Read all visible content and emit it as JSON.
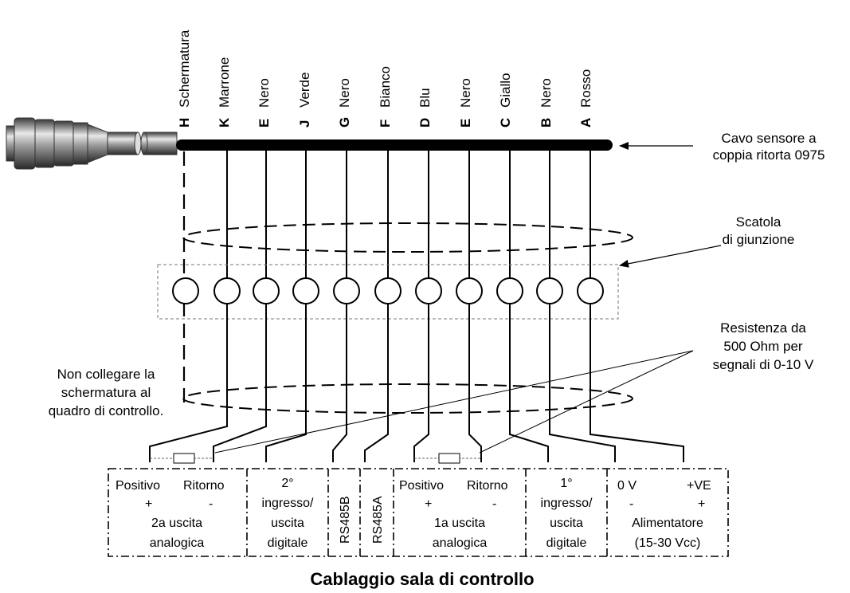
{
  "wires": [
    {
      "letter": "H",
      "color": "Schermatura"
    },
    {
      "letter": "K",
      "color": "Marrone"
    },
    {
      "letter": "E",
      "color": "Nero"
    },
    {
      "letter": "J",
      "color": "Verde"
    },
    {
      "letter": "G",
      "color": "Nero"
    },
    {
      "letter": "F",
      "color": "Bianco"
    },
    {
      "letter": "D",
      "color": "Blu"
    },
    {
      "letter": "E",
      "color": "Nero"
    },
    {
      "letter": "C",
      "color": "Giallo"
    },
    {
      "letter": "B",
      "color": "Nero"
    },
    {
      "letter": "A",
      "color": "Rosso"
    }
  ],
  "callouts": {
    "cable": [
      "Cavo sensore a",
      "coppia ritorta 0975"
    ],
    "junction_box": [
      "Scatola",
      "di giunzione"
    ],
    "resistor": [
      "Resistenza da",
      "500 Ohm per",
      "segnali di 0-10 V"
    ],
    "shield_note": [
      "Non collegare la",
      "schermatura al",
      "quadro di controllo."
    ]
  },
  "terminals": {
    "analog2": {
      "positive": "Positivo",
      "return": "Ritorno",
      "plus": "+",
      "minus": "-",
      "line1": "2a uscita",
      "line2": "analogica"
    },
    "io2": {
      "line1": "2°",
      "line2": "ingresso/",
      "line3": "uscita",
      "line4": "digitale"
    },
    "rs485b": "RS485B",
    "rs485a": "RS485A",
    "analog1": {
      "positive": "Positivo",
      "return": "Ritorno",
      "plus": "+",
      "minus": "-",
      "line1": "1a uscita",
      "line2": "analogica"
    },
    "io1": {
      "line1": "1°",
      "line2": "ingresso/",
      "line3": "uscita",
      "line4": "digitale"
    },
    "power": {
      "zero": "0 V",
      "ve": "+VE",
      "minus": "-",
      "plus": "+",
      "line1": "Alimentatore",
      "line2": "(15-30 Vcc)"
    }
  },
  "caption": "Cablaggio sala di controllo"
}
